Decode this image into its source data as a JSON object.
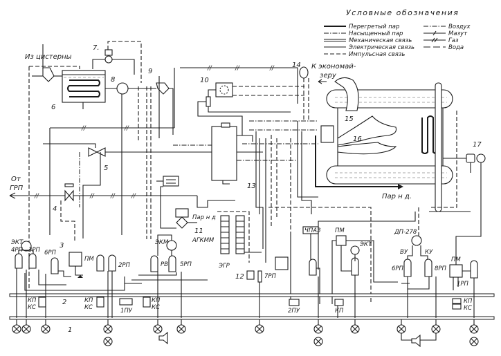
{
  "diagram": {
    "type": "boiler automation schematic",
    "legend": {
      "title": "Условные обозначения",
      "items": [
        {
          "label": "Перегретый пар",
          "line": "solid-thick"
        },
        {
          "label": "Насыщенный пар",
          "line": "dash-dot"
        },
        {
          "label": "Механическая связь",
          "line": "double"
        },
        {
          "label": "Электрическая связь",
          "line": "solid-thin"
        },
        {
          "label": "Импульсная связь",
          "line": "dashed"
        },
        {
          "label": "Воздух",
          "line": "dash-dot-dot"
        },
        {
          "label": "Мазут",
          "line": "slash"
        },
        {
          "label": "Газ",
          "line": "double-slash"
        },
        {
          "label": "Вода",
          "line": "long-dash"
        }
      ]
    },
    "annotations": {
      "from_tank": "Из цистерны",
      "from_grp_1": "От",
      "from_grp_2": "ГРП",
      "to_economizer_1": "К экономай-",
      "to_economizer_2": "зеру",
      "steam_out": "Пар н д.",
      "steam_in": "Пар н д"
    },
    "numbers": {
      "n1": "1",
      "n2": "2",
      "n3": "3",
      "n4": "4",
      "n5": "5",
      "n6": "6",
      "n7": "7.",
      "n8": "8",
      "n9": "9",
      "n10": "10",
      "n11": "11",
      "n12": "12",
      "n13": "13",
      "n14": "14",
      "n15": "15",
      "n16": "16",
      "n17": "17"
    },
    "devices": {
      "ekt_left": "ЭКТ",
      "rp4": "4РП",
      "rp3": "3РП",
      "rp6_left": "6РП",
      "pm_left": "ПМ",
      "rp2": "2РП",
      "ekm": "ЭКМ",
      "rv": "РВ",
      "rp5": "5РП",
      "agkmm": "АГКММ",
      "egr": "ЭГР",
      "rp7": "7РП",
      "pu1": "1ПУ",
      "pu2": "2ПУ",
      "kp": "КП",
      "ks": "КС",
      "chpaz": "ЧПАЗ",
      "pm_mid": "ПМ",
      "ekt_mid": "ЭКТ",
      "dp": "ДП-278",
      "vu": "ВУ",
      "ku": "КУ",
      "rp6_right": "6РП",
      "rp8": "8РП",
      "pm_right": "ПМ",
      "rp1": "1РП"
    }
  }
}
